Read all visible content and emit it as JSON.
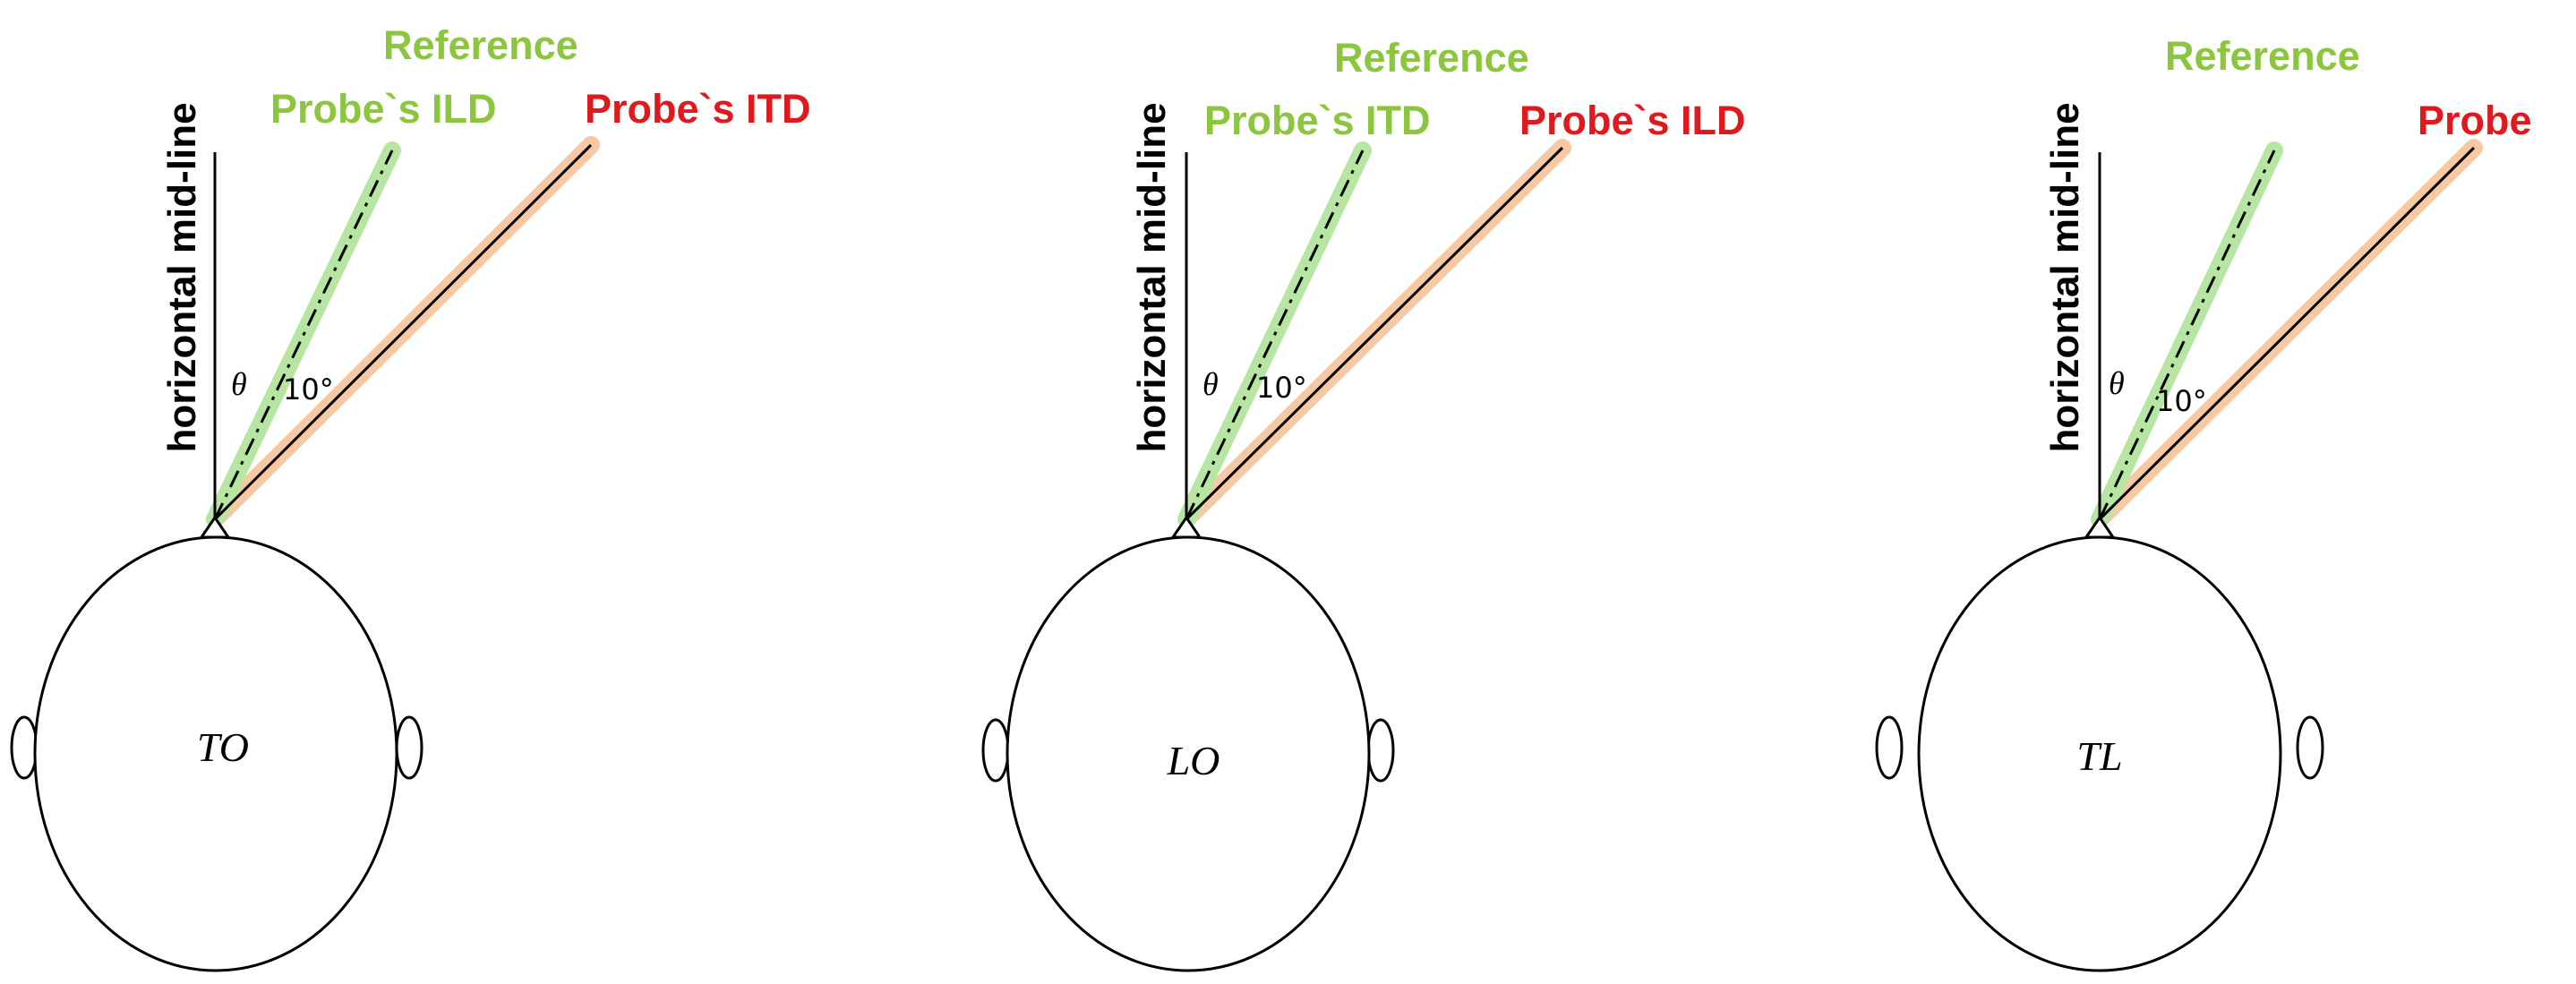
{
  "colors": {
    "reference_green": "#8cc63f",
    "probe_red": "#e0191f",
    "highlight_green": "#b6e6a2",
    "highlight_orange": "#f6c9a4",
    "stroke": "#000000"
  },
  "panels": [
    {
      "name": "TO",
      "head_label": "TO",
      "midline_label": "horizontal mid-line",
      "theta_label": "θ",
      "angle_label": "10°",
      "labels": {
        "reference": "Reference",
        "green_probe": "Probe`s ILD",
        "red_probe": "Probe`s ITD"
      }
    },
    {
      "name": "LO",
      "head_label": "LO",
      "midline_label": "horizontal mid-line",
      "theta_label": "θ",
      "angle_label": "10°",
      "labels": {
        "reference": "Reference",
        "green_probe": "Probe`s ITD",
        "red_probe": "Probe`s ILD"
      }
    },
    {
      "name": "TL",
      "head_label": "TL",
      "midline_label": "horizontal mid-line",
      "theta_label": "θ",
      "angle_label": "10°",
      "labels": {
        "reference": "Reference",
        "green_probe": "",
        "red_probe": "Probe"
      }
    }
  ]
}
